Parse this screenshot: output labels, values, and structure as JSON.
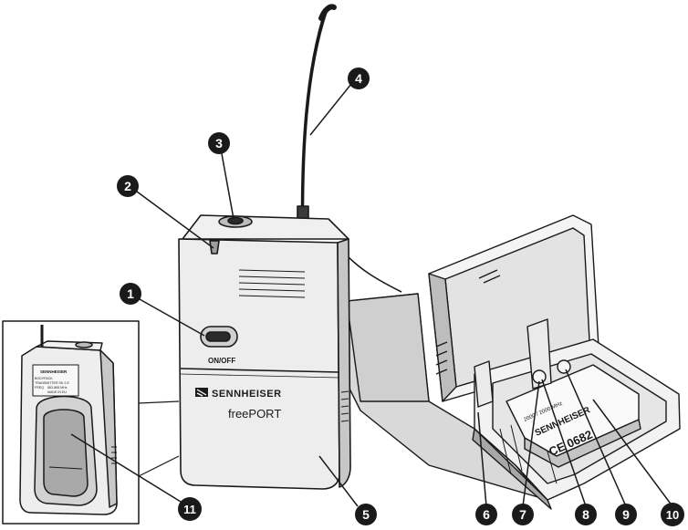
{
  "device": {
    "brand": "SENNHEISER",
    "product_name": "freePORT",
    "switch_label": "ON/OFF",
    "inset_brand": "SENNHEISER",
    "inset_line1": "BODYPACK",
    "inset_line2": "TRANSMITTER SK 2-E",
    "inset_line3": "FREQ.",
    "inset_line4": "MADE IN EU",
    "inset_line5": "863-865 MHz",
    "battery_brand": "SENNHEISER",
    "battery_freq": "2000 / 2000 MHz",
    "battery_ce": "CE 0682"
  },
  "callouts": [
    {
      "number": "1",
      "target": "on-off-switch"
    },
    {
      "number": "2",
      "target": "status-led"
    },
    {
      "number": "3",
      "target": "mic-jack"
    },
    {
      "number": "4",
      "target": "antenna"
    },
    {
      "number": "5",
      "target": "battery-compartment-cover"
    },
    {
      "number": "6",
      "target": "battery-contact"
    },
    {
      "number": "7",
      "target": "button-left"
    },
    {
      "number": "8",
      "target": "button-right"
    },
    {
      "number": "9",
      "target": "battery-slot"
    },
    {
      "number": "10",
      "target": "type-label"
    },
    {
      "number": "11",
      "target": "belt-clip"
    }
  ],
  "colors": {
    "callout_fill": "#1a1a1a",
    "callout_text": "#ffffff",
    "line": "#1a1a1a",
    "body_light": "#efefef",
    "body_mid": "#d6d6d6",
    "body_dark": "#9a9a9a"
  }
}
